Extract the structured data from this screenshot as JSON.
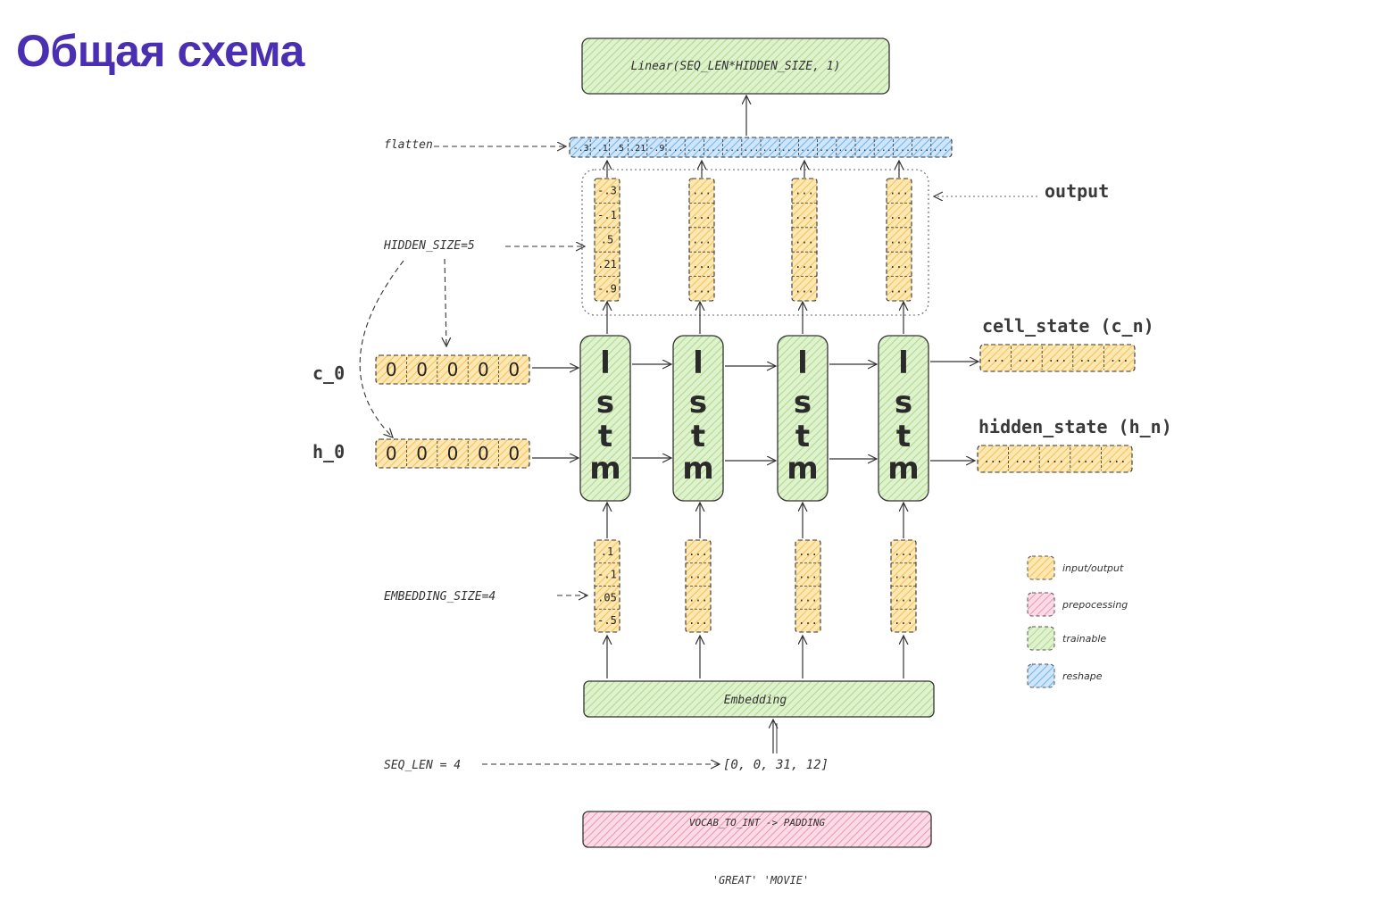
{
  "title": "Общая схема",
  "colors": {
    "title": "#4a2fb3",
    "io": "#fbd98e",
    "prep": "#f6bfd0",
    "train": "#cdeab4",
    "reshape": "#a9d3f5"
  },
  "linear_label": "Linear(SEQ_LEN*HIDDEN_SIZE, 1)",
  "flatten_label": "flatten",
  "flatten_cells": [
    "-.3",
    "-.1",
    ".5",
    ".21",
    "-.9",
    "...",
    "...",
    "...",
    "...",
    "...",
    "...",
    "...",
    "...",
    "...",
    "...",
    "...",
    "...",
    "...",
    "...",
    "..."
  ],
  "output_label": "output",
  "hidden_size_label": "HIDDEN_SIZE=5",
  "output_columns": [
    [
      "-.3",
      "-.1",
      ".5",
      ".21",
      "-.9"
    ],
    [
      "...",
      "...",
      "...",
      "...",
      "..."
    ],
    [
      "...",
      "...",
      "...",
      "...",
      "..."
    ],
    [
      "...",
      "...",
      "...",
      "...",
      "..."
    ]
  ],
  "c0_label": "c_0",
  "h0_label": "h_0",
  "c0_values": [
    "0",
    "0",
    "0",
    "0",
    "0"
  ],
  "h0_values": [
    "0",
    "0",
    "0",
    "0",
    "0"
  ],
  "lstm_letters": [
    "l",
    "s",
    "t",
    "m"
  ],
  "cell_state_label": "cell_state (c_n)",
  "hidden_state_label": "hidden_state (h_n)",
  "cn_values": [
    "...",
    "...",
    "...",
    "...",
    "..."
  ],
  "hn_values": [
    "...",
    "...",
    "...",
    "...",
    "..."
  ],
  "embedding_size_label": "EMBEDDING_SIZE=4",
  "embedding_columns": [
    [
      ".1",
      "-.1",
      ".05",
      "-.5"
    ],
    [
      "...",
      "...",
      "...",
      "..."
    ],
    [
      "...",
      "...",
      "...",
      "..."
    ],
    [
      "...",
      "...",
      "...",
      "..."
    ]
  ],
  "embedding_label": "Embedding",
  "seq_len_label": "SEQ_LEN = 4",
  "sequence_value": "[0, 0, 31, 12]",
  "preprocess_label": "VOCAB_TO_INT -> PADDING",
  "input_words": "'GREAT' 'MOVIE'",
  "legend": [
    {
      "label": "input/output",
      "color": "#fbd98e"
    },
    {
      "label": "prepocessing",
      "color": "#f6bfd0"
    },
    {
      "label": "trainable",
      "color": "#cdeab4"
    },
    {
      "label": "reshape",
      "color": "#a9d3f5"
    }
  ]
}
